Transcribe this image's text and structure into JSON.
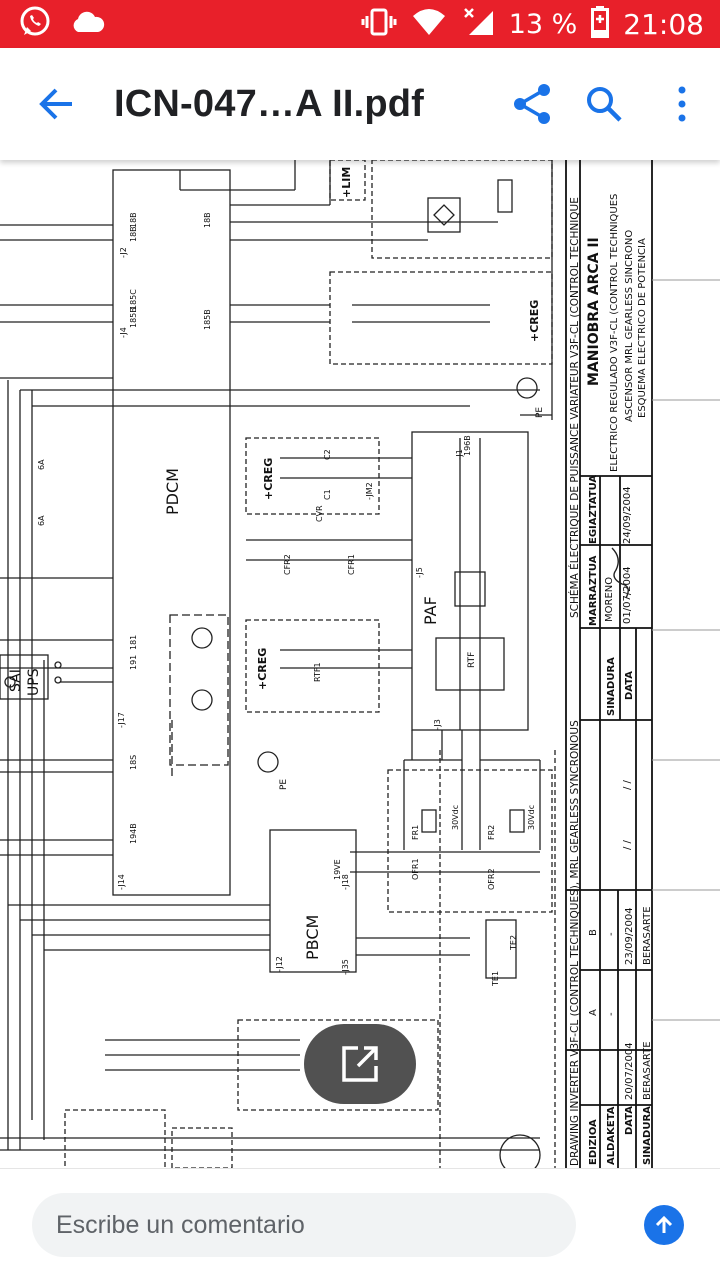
{
  "status_bar": {
    "battery": "13 %",
    "time": "21:08",
    "background": "#e8202a"
  },
  "app_bar": {
    "title": "ICN-047…A II.pdf",
    "accent": "#1a73e8"
  },
  "document": {
    "boxes": {
      "pdcm": "PDCM",
      "paf": "PAF",
      "pbcm": "PBCM",
      "sai": "SAI",
      "ups": "UPS",
      "creg_top": "+CREG",
      "creg_mid": "+CREG",
      "creg_low": "+CREG",
      "lim": "+LIM",
      "rtf": "RTF",
      "pe": "PE"
    },
    "wire_labels": [
      "18B",
      "18B",
      "185C",
      "185B",
      "196B",
      "181",
      "191",
      "194B",
      "18B",
      "18S",
      "185B",
      "19VE"
    ],
    "terminals": [
      "-J2",
      "-J4",
      "-J1",
      "-J5",
      "-JM2",
      "-J3",
      "-J18",
      "-J35",
      "-J12",
      "-J17",
      "-J14"
    ],
    "contacts": [
      "C2",
      "C1",
      "CVR",
      "CFR2",
      "CFR1",
      "RTF1",
      "FR1",
      "FR2",
      "OFR1",
      "OFR2",
      "TE1",
      "TE2"
    ],
    "ratings": [
      "6A",
      "6A",
      "30Vdc",
      "30Vdc"
    ],
    "title_block": {
      "heading_fr": "SCHÉMA ÉLECTRIQUE DE PUISSANCE VARIATEUR V3F-CL (CONTROL TECHNIQUE",
      "heading_en": "DRAWING INVERTER V3F-CL (CONTROL TECHNIQUES), MRL GEARLESS SYNCRONOUS",
      "project": "MANIOBRA ARCA II",
      "desc_1": "ELECTRICO REGULADO V3F-CL (CONTROL TECHNIQUES",
      "desc_2": "ASCENSOR MRL GEARLESS SINCRONO",
      "desc_3": "ESQUEMA ELECTRICO DE POTENCIA",
      "marraztua": "MARRAZTUA",
      "egiaztatua": "EGIAZTATUA",
      "sinadura": "SINADURA",
      "data": "DATA",
      "drawn_name": "MORENO",
      "drawn_date": "01/07/2004",
      "checked_date": "24/09/2004",
      "edizioa": "EDIZIOA",
      "aldaketa": "ALDAKETA",
      "rev_a": "A",
      "rev_b": "B",
      "rev_a_date": "20/07/2004",
      "rev_b_date": "23/09/2004",
      "rev_a_sign": "BERASARTE",
      "rev_b_sign": "BERASARTE",
      "blank_date": "/ /",
      "dash": "-"
    }
  },
  "comment": {
    "placeholder": "Escribe un comentario"
  }
}
